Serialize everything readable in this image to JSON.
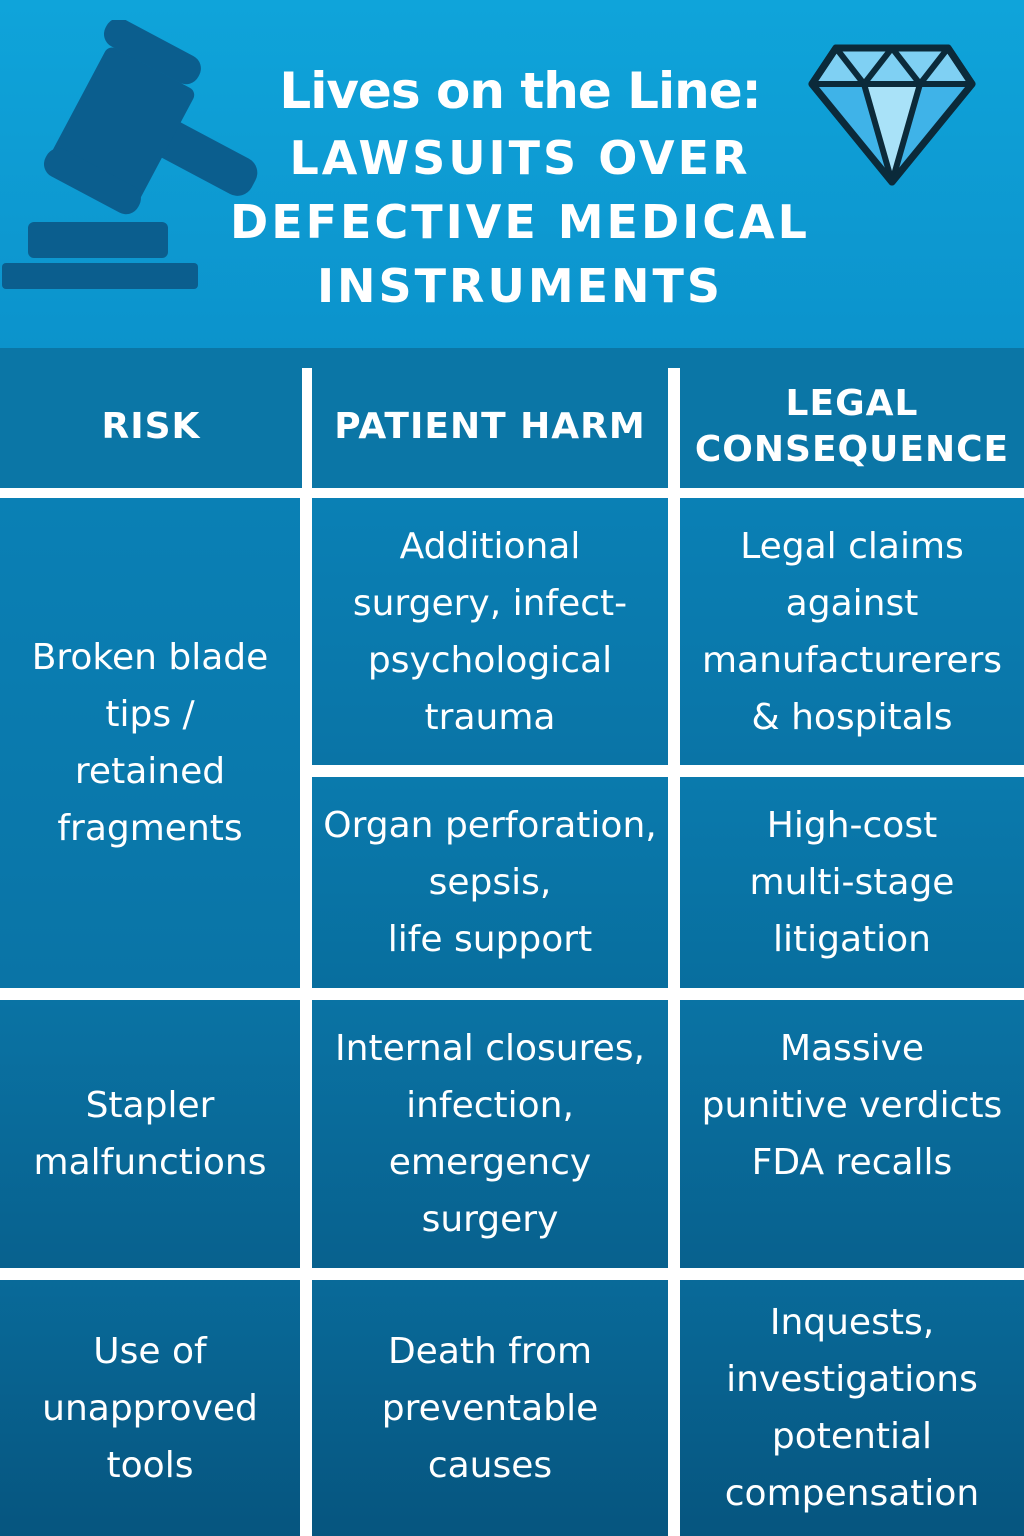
{
  "header": {
    "title_main": "Lives on the Line:",
    "title_sub_lines": [
      "LAWSUITS OVER",
      "DEFECTIVE MEDICAL",
      "INSTRUMENTS"
    ],
    "left_icon": "gavel-icon",
    "right_icon": "diamond-icon"
  },
  "table": {
    "columns": [
      "RISK",
      "PATIENT HARM",
      "LEGAL\nCONSEQUENCE"
    ],
    "rows": [
      {
        "risk": "Broken blade\ntips /\nretained\nfragments",
        "entries": [
          {
            "harm": "Additional\nsurgery, infect-\npsychological\ntrauma",
            "consequence": "Legal claims\nagainst\nmanufacturerers\n& hospitals"
          },
          {
            "harm": "Organ perforation,\nsepsis,\nlife support",
            "consequence": "High-cost\nmulti-stage\nlitigation"
          }
        ]
      },
      {
        "risk": "Stapler\nmalfunctions",
        "entries": [
          {
            "harm": "Internal closures,\ninfection,\nemergency\nsurgery",
            "consequence": "Massive\npunitive verdicts\nFDA recalls"
          }
        ]
      },
      {
        "risk": "Use of\nunapproved\ntools",
        "entries": [
          {
            "harm": "Death from\npreventable\ncauses",
            "consequence": "Inquests,\ninvestigations\npotential\ncompensation"
          }
        ]
      }
    ]
  },
  "colors": {
    "header_bg": "#0fa4da",
    "table_bg": "#0b76a6",
    "icon_dark": "#0a5e8c",
    "text": "#ffffff"
  }
}
